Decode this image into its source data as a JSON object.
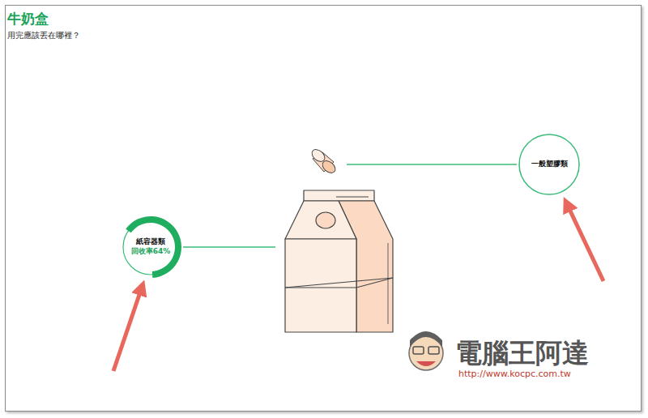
{
  "diagram": {
    "title": "牛奶盒",
    "nodes": [
      {
        "text": [
          "紙容器類",
          "回收率64%"
        ]
      },
      {
        "text": [
          "一般塑膠類"
        ]
      }
    ],
    "labels": [
      "用完應該丟在哪裡？",
      "電腦王阿達",
      "http://www.kocpc.com.tw"
    ]
  }
}
